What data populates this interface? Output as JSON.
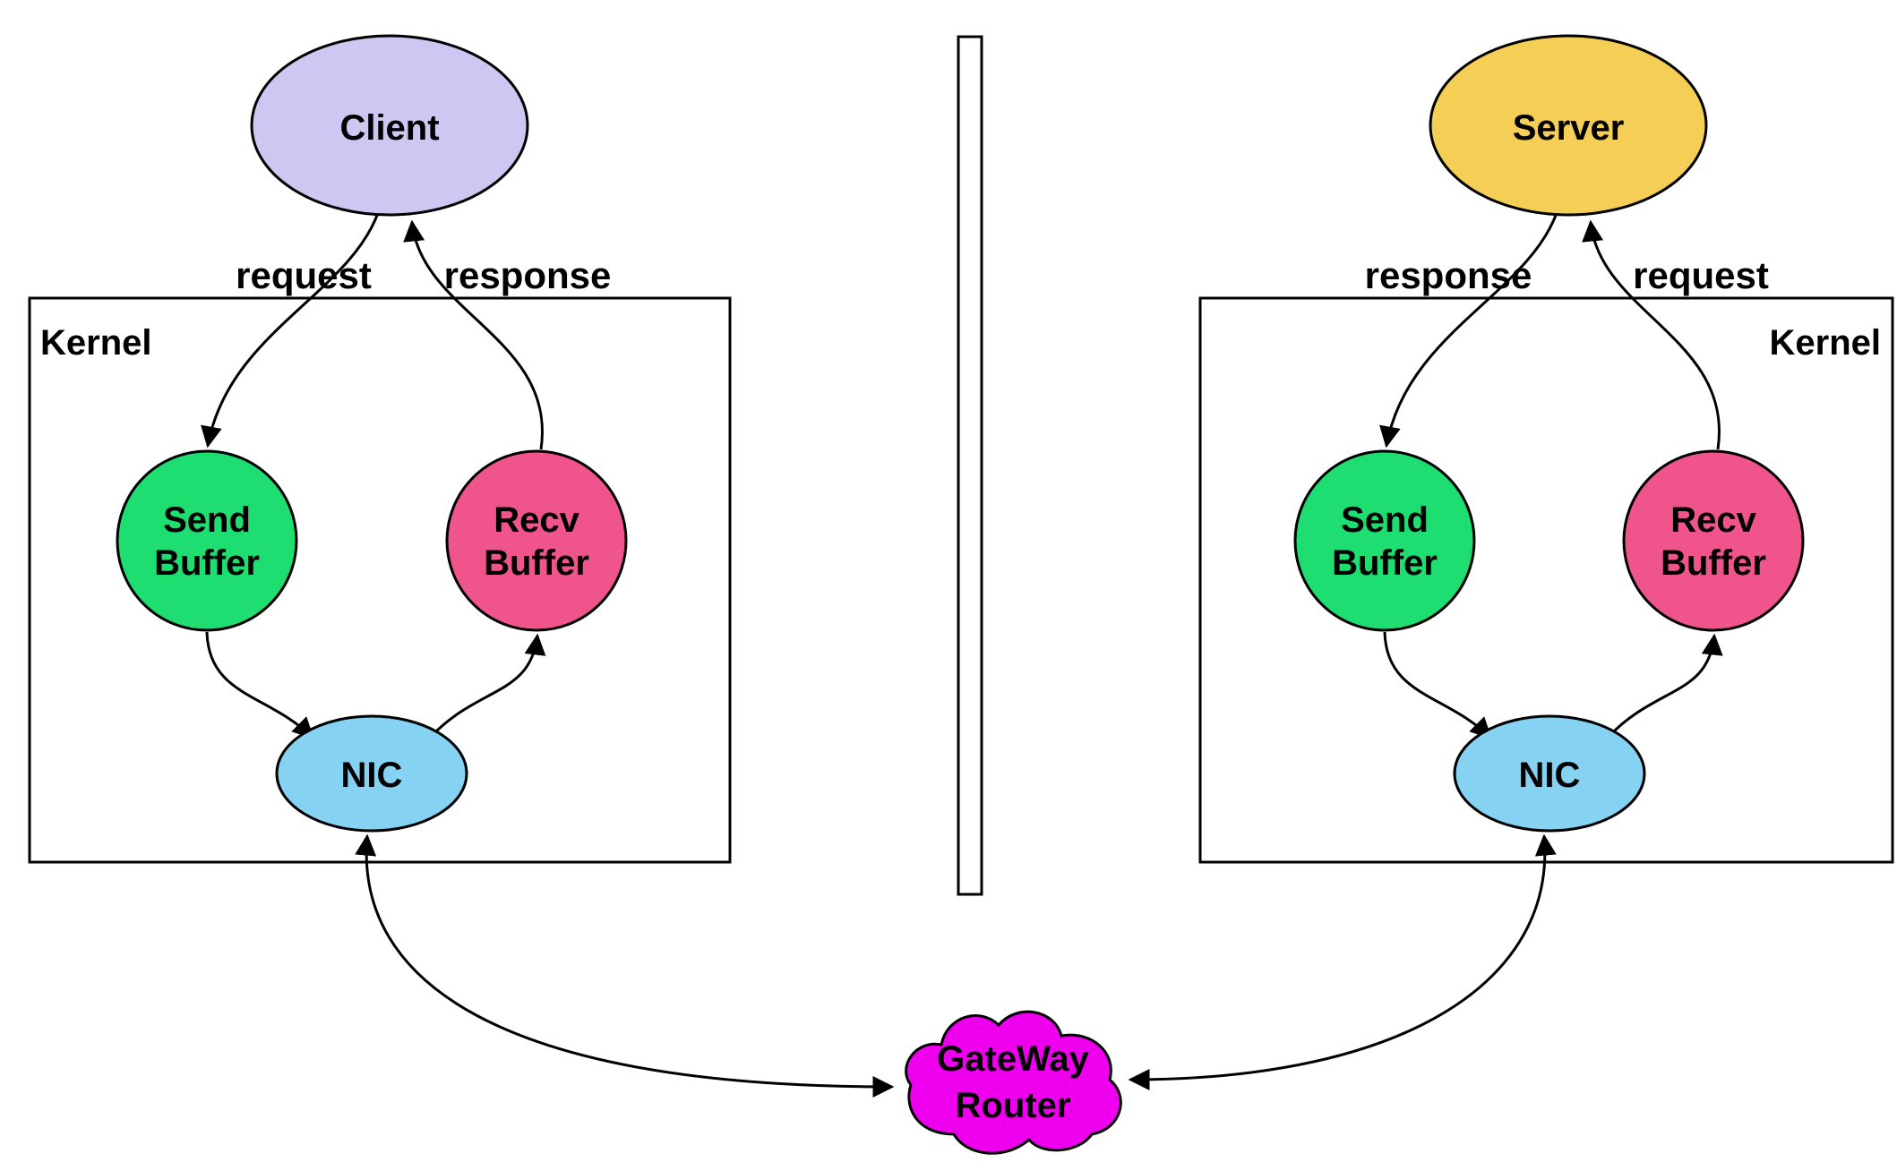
{
  "diagram": {
    "client": {
      "node_label": "Client",
      "kernel_label": "Kernel",
      "request_label": "request",
      "response_label": "response",
      "send_buffer_label": [
        "Send",
        "Buffer"
      ],
      "recv_buffer_label": [
        "Recv",
        "Buffer"
      ],
      "nic_label": "NIC"
    },
    "server": {
      "node_label": "Server",
      "kernel_label": "Kernel",
      "request_label": "request",
      "response_label": "response",
      "send_buffer_label": [
        "Send",
        "Buffer"
      ],
      "recv_buffer_label": [
        "Recv",
        "Buffer"
      ],
      "nic_label": "NIC"
    },
    "router": {
      "label": [
        "GateWay",
        "Router"
      ]
    },
    "colors": {
      "client_fill": "#CDC7F1",
      "server_fill": "#F5CE55",
      "send_buffer_fill": "#1EDE71",
      "recv_buffer_fill": "#F0548C",
      "nic_fill": "#85D2F2",
      "router_fill": "#EE00EE",
      "outline": "#000000"
    }
  }
}
